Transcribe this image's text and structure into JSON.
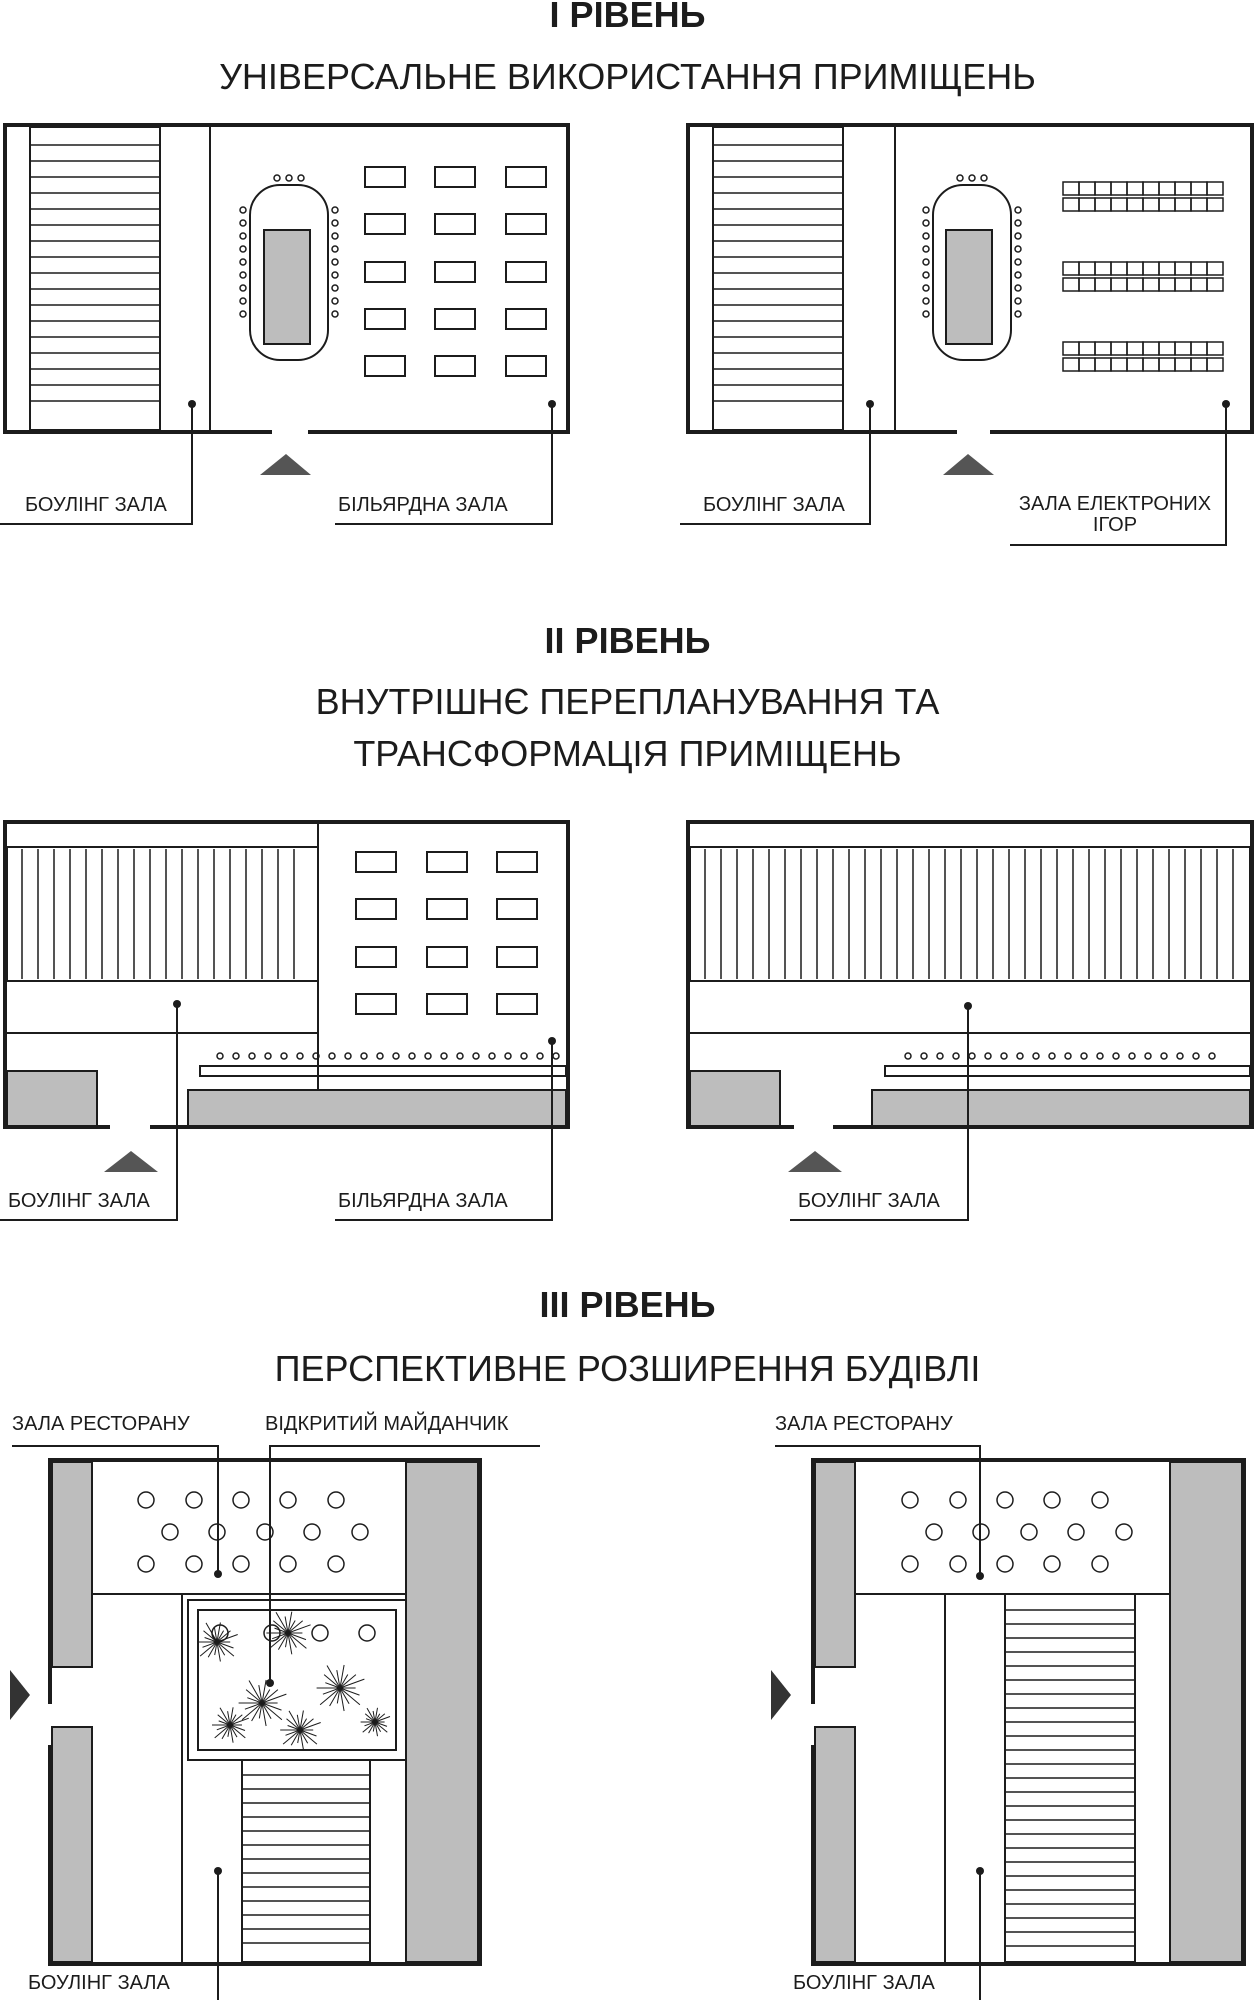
{
  "levels": [
    {
      "title": "І РІВЕНЬ",
      "subtitle_lines": [
        "УНІВЕРСАЛЬНЕ ВИКОРИСТАННЯ ПРИМІЩЕНЬ"
      ]
    },
    {
      "title": "ІІ РІВЕНЬ",
      "subtitle_lines": [
        "ВНУТРІШНЄ ПЕРЕПЛАНУВАННЯ ТА",
        "ТРАНСФОРМАЦІЯ ПРИМІЩЕНЬ"
      ]
    },
    {
      "title": "ІІІ РІВЕНЬ",
      "subtitle_lines": [
        "ПЕРСПЕКТИВНЕ РОЗШИРЕННЯ БУДІВЛІ"
      ]
    }
  ],
  "labels": {
    "bowling_hall": "БОУЛІНГ ЗАЛА",
    "billiard_hall": "БІЛЬЯРДНА ЗАЛА",
    "electronic_games_line1": "ЗАЛА ЕЛЕКТРОНИХ",
    "electronic_games_line2": "ІГОР",
    "restaurant_hall": "ЗАЛА РЕСТОРАНУ",
    "open_area": "ВІДКРИТИЙ МАЙДАНЧИК"
  },
  "colors": {
    "line": "#1c1c1c",
    "fill_gray": "#bdbdbd",
    "background": "#ffffff"
  }
}
